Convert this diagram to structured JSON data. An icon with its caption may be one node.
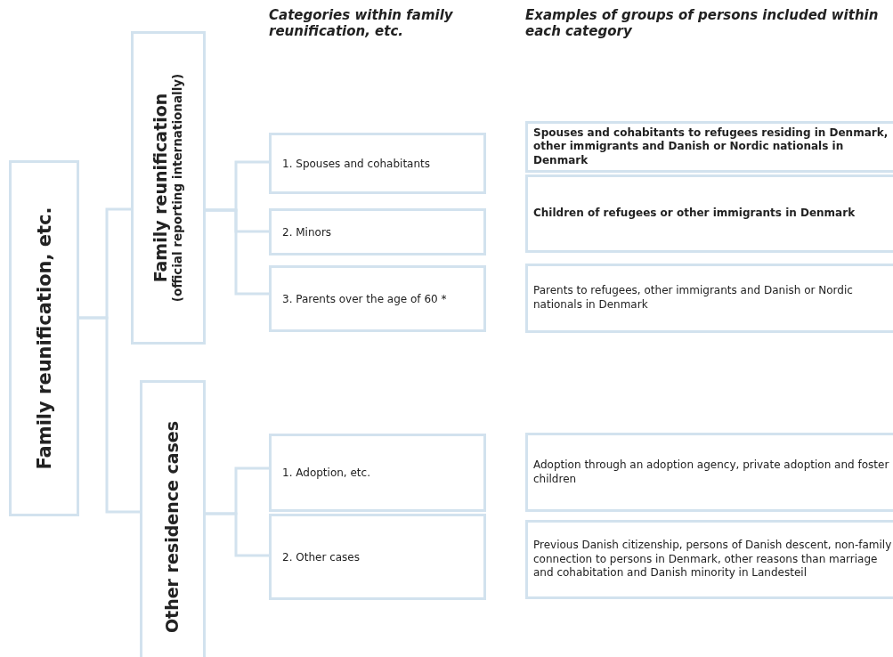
{
  "diagram": {
    "nodes": [
      {
        "text": [
          "Family reunification, etc."
        ]
      },
      {
        "text": [
          "Family reunification",
          "(official reporting internationally)"
        ]
      },
      {
        "text": [
          "Other residence cases"
        ]
      },
      {
        "text": [
          "1. Spouses and cohabitants"
        ]
      },
      {
        "text": [
          "2. Minors"
        ]
      },
      {
        "text": [
          "3. Parents over the age of 60 *"
        ]
      },
      {
        "text": [
          "1. Adoption, etc."
        ]
      },
      {
        "text": [
          "2. Other cases"
        ]
      },
      {
        "text": [
          "Spouses and cohabitants to refugees residing in Denmark, other immigrants and Danish or Nordic nationals in Denmark"
        ]
      },
      {
        "text": [
          "Children of refugees or other immigrants in Denmark"
        ]
      },
      {
        "text": [
          "Parents to refugees, other immigrants and Danish or Nordic nationals in Denmark"
        ]
      },
      {
        "text": [
          "Adoption through an adoption agency, private adoption and foster children"
        ]
      },
      {
        "text": [
          "Previous Danish citizenship, persons of Danish descent, non-family connection to persons in Denmark, other reasons than marriage and cohabitation and Danish minority in Landesteil"
        ]
      }
    ],
    "edges": [
      {
        "from": 0,
        "to": 1,
        "arrow": "none"
      },
      {
        "from": 0,
        "to": 2,
        "arrow": "none"
      },
      {
        "from": 1,
        "to": 3,
        "arrow": "none"
      },
      {
        "from": 1,
        "to": 4,
        "arrow": "none"
      },
      {
        "from": 1,
        "to": 5,
        "arrow": "none"
      },
      {
        "from": 2,
        "to": 6,
        "arrow": "none"
      },
      {
        "from": 2,
        "to": 7,
        "arrow": "none"
      }
    ],
    "labels": [
      "Categories within family reunification, etc.",
      "Examples of groups of persons included within each category"
    ]
  }
}
